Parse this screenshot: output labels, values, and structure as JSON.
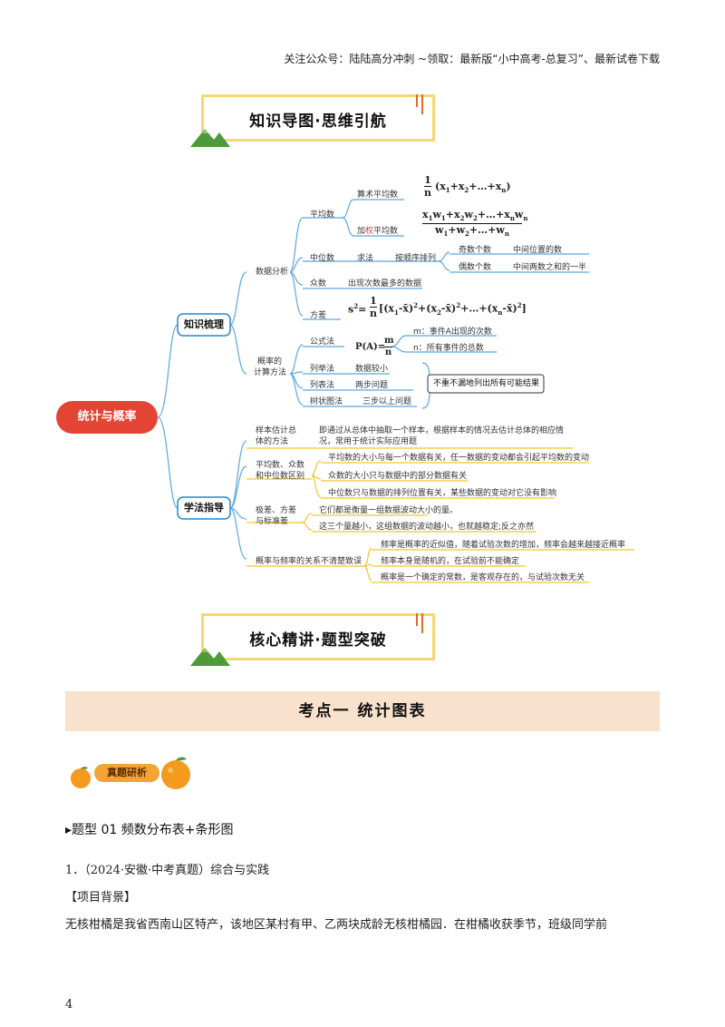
{
  "header": {
    "note": "关注公众号：陆陆高分冲刺 ~领取：最新版“小中高考-总复习”、最新试卷下载"
  },
  "banner1": {
    "title": "知识导图·思维引航"
  },
  "banner2": {
    "title": "核心精讲·题型突破"
  },
  "mindmap": {
    "root": "统计与概率",
    "branch1": "知识梳理",
    "branch2": "学法指导",
    "data_analysis": "数据分析",
    "mean": "平均数",
    "arith_mean": "算术平均数",
    "weighted_mean_pre": "加",
    "weighted_mean_mid": "权",
    "weighted_mean_post": "平均数",
    "median": "中位数",
    "method": "求法",
    "sort": "按顺序排列",
    "odd": "奇数个数",
    "odd_desc": "中间位置的数",
    "even": "偶数个数",
    "even_desc": "中间两数之和的一半",
    "mode": "众数",
    "mode_desc": "出现次数最多的数据",
    "variance": "方差",
    "prob_calc": [
      "概率的",
      "计算方法"
    ],
    "formula": "公式法",
    "formula_m": "m：事件A出现的次数",
    "formula_n": "n：所有事件的总数",
    "list": "列举法",
    "list_desc": "数据较小",
    "table": "列表法",
    "table_desc": "两步问题",
    "tree": "树状图法",
    "tree_desc": "三步以上问题",
    "no_miss": "不重不漏地列出所有可能结果",
    "sample": [
      "样本估计总",
      "体的方法"
    ],
    "sample_desc": [
      "即通过从总体中抽取一个样本，根据样本的情况去估计总体的相应情",
      "况，常用于统计实际应用题"
    ],
    "avg_group": [
      "平均数、众数",
      "和中位数区别"
    ],
    "avg_d1": "平均数的大小与每一个数据有关，任一数据的变动都会引起平均数的变动",
    "avg_d2": "众数的大小只与数据中的部分数据有关",
    "avg_d3": "中位数只与数据的排列位置有关，某些数据的变动对它没有影响",
    "range_group": [
      "极差、方差",
      "与标准差"
    ],
    "range_d1": "它们都是衡量一组数据波动大小的量。",
    "range_d2": "这三个量越小，这组数据的波动越小，也就越稳定;反之亦然",
    "freq_group": "概率与频率的关系不清楚致误",
    "freq_d1": "频率是概率的近似值，随着试验次数的增加，频率会越来越接近概率",
    "freq_d2": "频率本身是随机的，在试验前不能确定",
    "freq_d3": "概率是一个确定的常数，是客观存在的，与试验次数无关"
  },
  "section": {
    "title": "考点一    统计图表"
  },
  "tag": {
    "label": "真题研析"
  },
  "question": {
    "type": "▸题型 01  频数分布表+条形图",
    "line1": "1．（2024·安徽·中考真题）综合与实践",
    "line2": "【项目背景】",
    "line3": "无核柑橘是我省西南山区特产，该地区某村有甲、乙两块成龄无核柑橘园．在柑橘收获季节，班级同学前"
  },
  "page": {
    "number": "4"
  },
  "colors": {
    "root": "#e44434",
    "branch": "#1f8ad2",
    "edge": "#5aa7e0",
    "underline_yellow": "#f2c530",
    "banner_border": "#f7d774",
    "band": "#f8e1cd"
  }
}
